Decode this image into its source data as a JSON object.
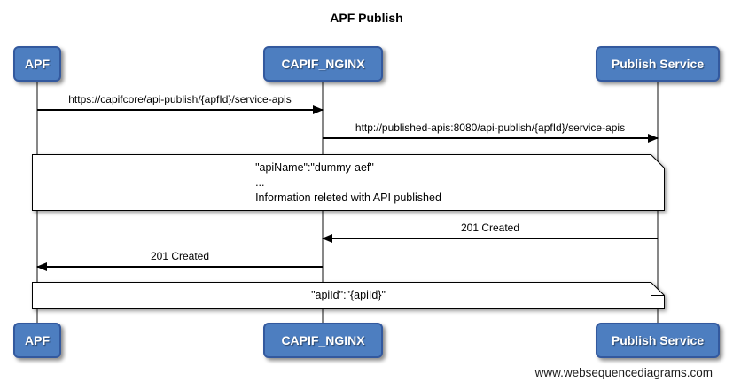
{
  "title": "APF Publish",
  "actors": [
    {
      "label": "APF"
    },
    {
      "label": "CAPIF_NGINX"
    },
    {
      "label": "Publish Service"
    }
  ],
  "messages": [
    {
      "label": "https://capifcore/api-publish/{apfId}/service-apis",
      "from": "APF",
      "to": "CAPIF_NGINX",
      "direction": "right"
    },
    {
      "label": "http://published-apis:8080/api-publish/{apfId}/service-apis",
      "from": "CAPIF_NGINX",
      "to": "Publish Service",
      "direction": "right"
    },
    {
      "label": "201 Created",
      "from": "Publish Service",
      "to": "CAPIF_NGINX",
      "direction": "left"
    },
    {
      "label": "201 Created",
      "from": "CAPIF_NGINX",
      "to": "APF",
      "direction": "left"
    }
  ],
  "notes": [
    {
      "lines": [
        "\"apiName\":\"dummy-aef\"",
        "...",
        "Information releted with API published"
      ]
    },
    {
      "lines": [
        "\"apiId\":\"{apiId}\""
      ]
    }
  ],
  "watermark": "www.websequencediagrams.com",
  "colors": {
    "actor_fill": "#4d7ec0",
    "actor_border": "#33599e",
    "actor_text": "#ffffff",
    "lifeline": "#878787",
    "message_line": "#000000",
    "note_fill": "#ffffff",
    "note_border": "#000000",
    "background": "#ffffff"
  }
}
